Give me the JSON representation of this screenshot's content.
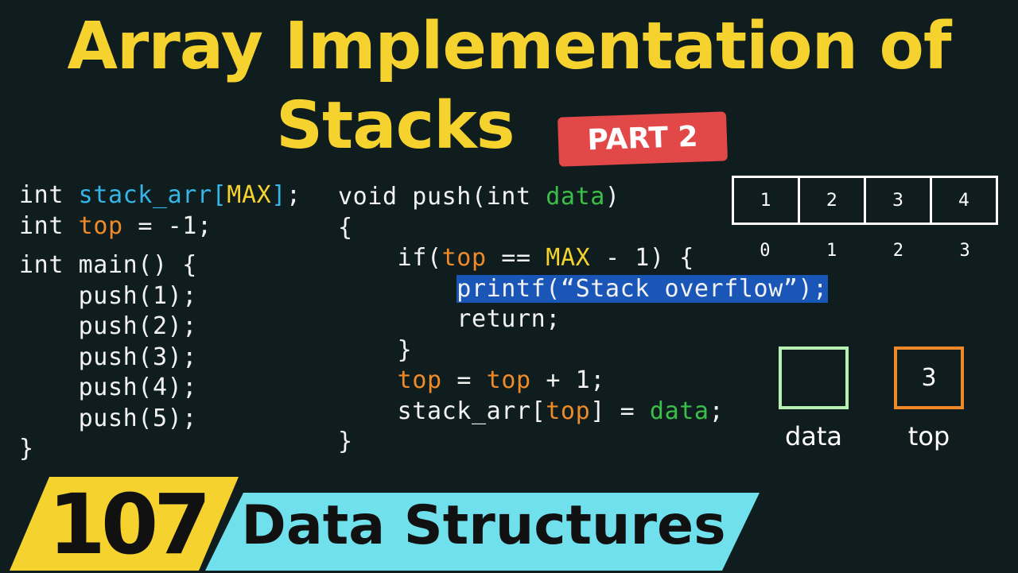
{
  "title": {
    "line1": "Array Implementation of",
    "line2": "Stacks",
    "badge": "PART 2"
  },
  "code": {
    "globals": [
      "int stack_arr[MAX];",
      "int top = -1;"
    ],
    "main": [
      "int main() {",
      "    push(1);",
      "    push(2);",
      "    push(3);",
      "    push(4);",
      "    push(5);",
      "}"
    ],
    "push": [
      "void push(int data)",
      "{",
      "    if(top == MAX - 1) {",
      "        printf(“Stack overflow”);",
      "        return;",
      "    }",
      "    top = top + 1;",
      "    stack_arr[top] = data;",
      "}"
    ],
    "highlighted_line_index": 3
  },
  "array": {
    "values": [
      "1",
      "2",
      "3",
      "4"
    ],
    "indices": [
      "0",
      "1",
      "2",
      "3"
    ]
  },
  "variables": {
    "data": {
      "label": "data",
      "value": "",
      "color": "#b7f0b0"
    },
    "top": {
      "label": "top",
      "value": "3",
      "color": "#f08a28"
    }
  },
  "footer": {
    "number": "107",
    "series": "Data Structures"
  },
  "colors": {
    "title": "#f5d22e",
    "badge": "#e24848",
    "keyword_blue": "#36b5e6",
    "yellow": "#f5d22e",
    "orange": "#f08a28",
    "green": "#3cbf4a",
    "highlight": "#1a56b8",
    "banner_yellow": "#f5d22e",
    "banner_cyan": "#6fe0ec"
  }
}
